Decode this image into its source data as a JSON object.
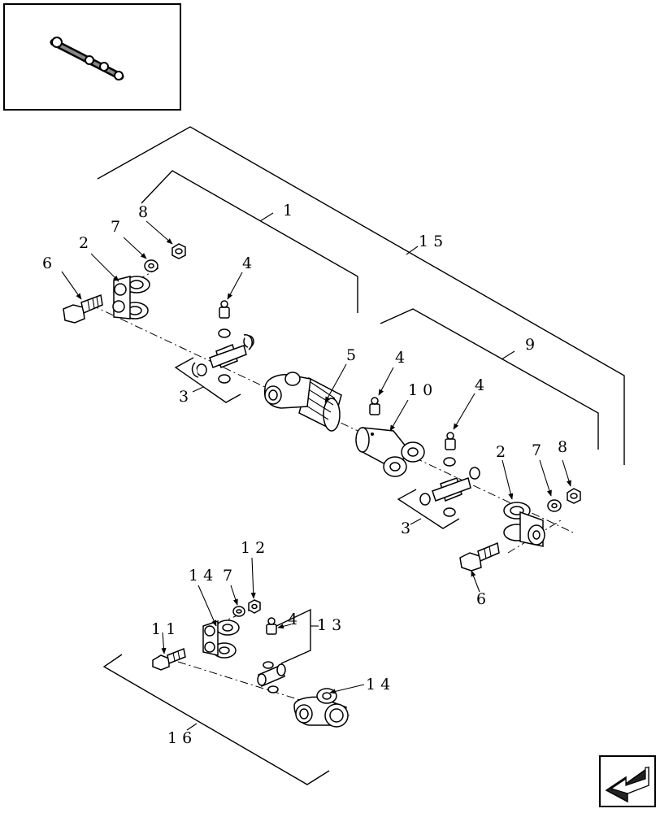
{
  "callouts": {
    "c1": "1",
    "c2a": "2",
    "c2b": "2",
    "c3a": "3",
    "c3b": "3",
    "c4a": "4",
    "c4b": "4",
    "c4c": "4",
    "c4d": "4",
    "c5": "5",
    "c6a": "6",
    "c6b": "6",
    "c7a": "7",
    "c7b": "7",
    "c7c": "7",
    "c8a": "8",
    "c8b": "8",
    "c9": "9",
    "c10": "1 0",
    "c11": "1 1",
    "c12": "1 2",
    "c13": "1 3",
    "c14a": "1 4",
    "c14b": "1 4",
    "c15": "1 5",
    "c16": "1 6"
  },
  "icons": {
    "thumbnail": "driveshaft-thumbnail-icon",
    "nav": "back-arrow-icon"
  }
}
